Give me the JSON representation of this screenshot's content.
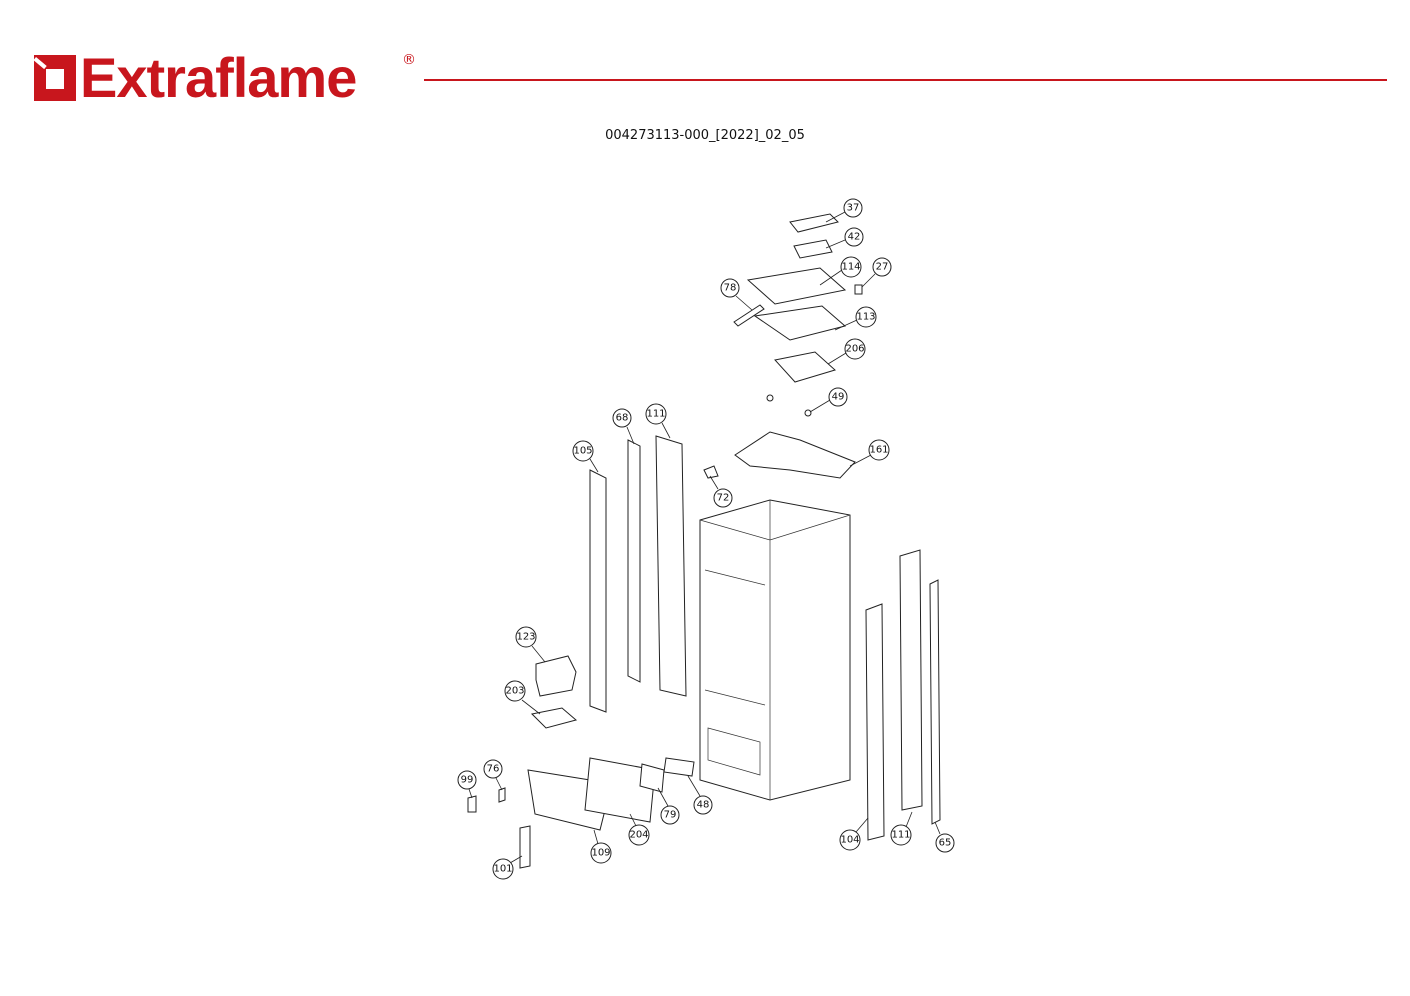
{
  "brand": {
    "name": "Extraflame",
    "registered_mark": "®",
    "color": "#c8161d"
  },
  "document_id": "004273113-000_[2022]_02_05",
  "callouts": [
    "37",
    "42",
    "114",
    "27",
    "78",
    "113",
    "206",
    "49",
    "68",
    "111",
    "105",
    "161",
    "72",
    "123",
    "203",
    "99",
    "76",
    "79",
    "48",
    "204",
    "109",
    "101",
    "104",
    "111",
    "65"
  ]
}
